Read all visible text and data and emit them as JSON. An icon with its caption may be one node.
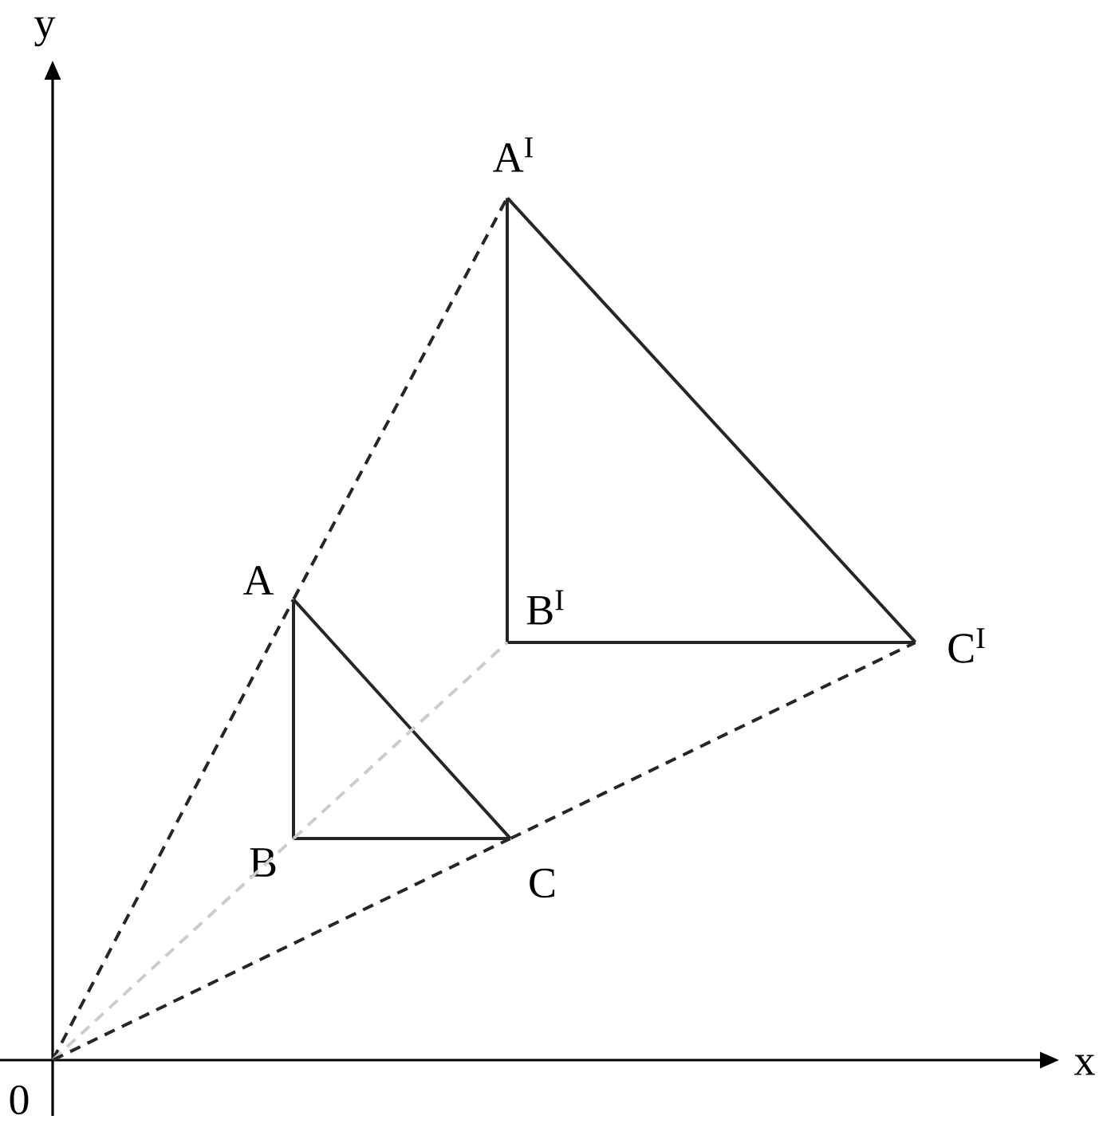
{
  "diagram": {
    "nodes": [
      {
        "text": [],
        "shape": "point",
        "beside": [
          "0"
        ]
      },
      {
        "text": [],
        "shape": "point",
        "beside": [
          "A"
        ]
      },
      {
        "text": [],
        "shape": "point",
        "beside": [
          "B"
        ]
      },
      {
        "text": [],
        "shape": "point",
        "beside": [
          "C"
        ]
      },
      {
        "text": [],
        "shape": "point",
        "beside": [
          "A$^{I}$"
        ]
      },
      {
        "text": [],
        "shape": "point",
        "beside": [
          "B$^{I}$"
        ]
      },
      {
        "text": [],
        "shape": "point",
        "beside": [
          "C$^{I}$"
        ]
      }
    ],
    "edges": [
      {
        "from": 1,
        "to": 2,
        "arrow": "none"
      },
      {
        "from": 2,
        "to": 3,
        "arrow": "none"
      },
      {
        "from": 3,
        "to": 1,
        "arrow": "none"
      },
      {
        "from": 4,
        "to": 5,
        "arrow": "none"
      },
      {
        "from": 5,
        "to": 6,
        "arrow": "none"
      },
      {
        "from": 6,
        "to": 4,
        "arrow": "none"
      },
      {
        "from": 0,
        "to": 1,
        "arrow": "none",
        "style": "dashed"
      },
      {
        "from": 1,
        "to": 4,
        "arrow": "none",
        "style": "dashed"
      },
      {
        "from": 0,
        "to": 2,
        "arrow": "none",
        "style": "dashed",
        "color": "#cccccc"
      },
      {
        "from": 2,
        "to": 5,
        "arrow": "none",
        "style": "dashed",
        "color": "#cccccc"
      },
      {
        "from": 0,
        "to": 3,
        "arrow": "none",
        "style": "dashed"
      },
      {
        "from": 3,
        "to": 6,
        "arrow": "none",
        "style": "dashed"
      }
    ],
    "labels": [
      "y",
      "x"
    ]
  }
}
